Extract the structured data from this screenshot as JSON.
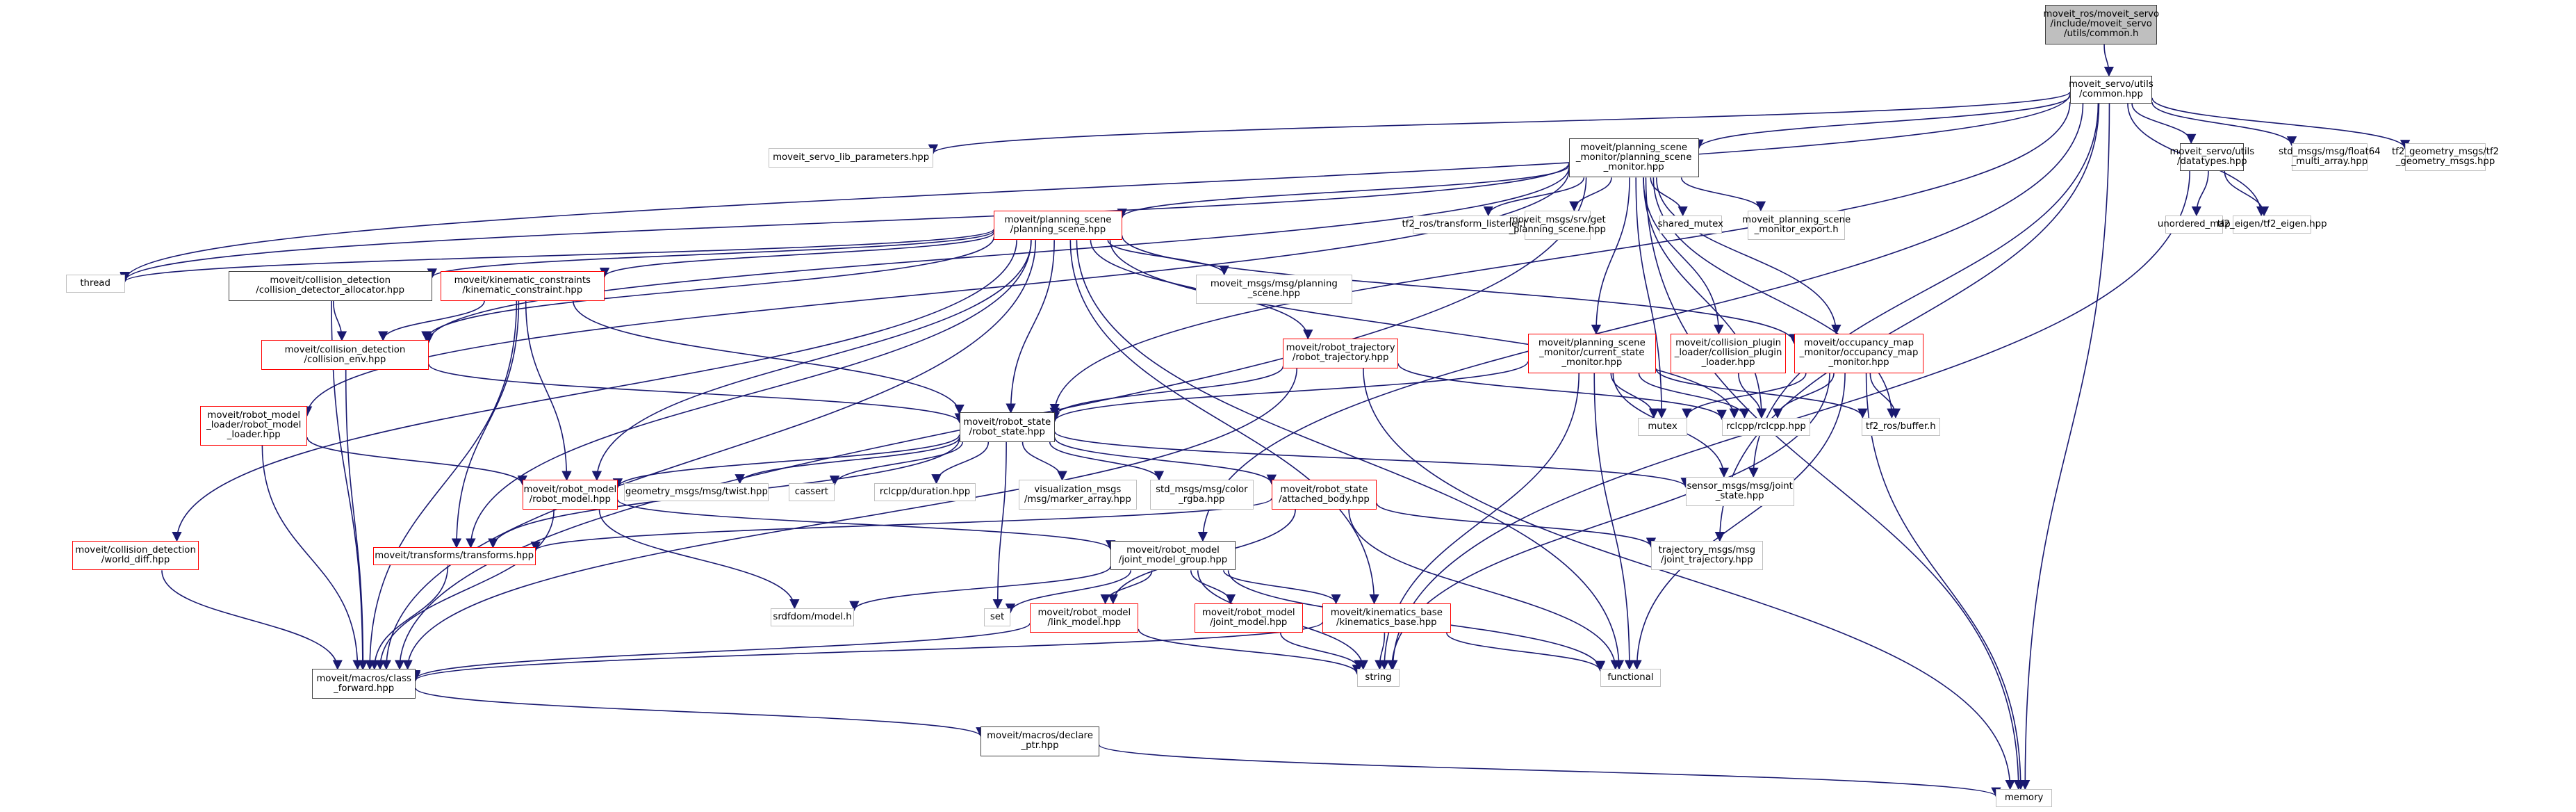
{
  "title": "Include dependency graph for moveit_ros/moveit_servo/include/moveit_servo/utils/common.h",
  "colors": {
    "edge": "#191970",
    "root_fill": "#bfbfbf",
    "doc_border": "#404040",
    "incomplete_border": "#ff0000",
    "external_border": "#bfbfbf"
  },
  "nodes": [
    {
      "id": "root",
      "kind": "root",
      "label": "moveit_ros/moveit_servo\n/include/moveit_servo\n/utils/common.h"
    },
    {
      "id": "common_hpp",
      "kind": "doc",
      "label": "moveit_servo/utils\n/common.hpp"
    },
    {
      "id": "servo_params",
      "kind": "ext",
      "label": "moveit_servo_lib_parameters.hpp"
    },
    {
      "id": "psm",
      "kind": "doc",
      "label": "moveit/planning_scene\n_monitor/planning_scene\n_monitor.hpp"
    },
    {
      "id": "datatypes",
      "kind": "doc",
      "label": "moveit_servo/utils\n/datatypes.hpp"
    },
    {
      "id": "float64",
      "kind": "ext",
      "label": "std_msgs/msg/float64\n_multi_array.hpp"
    },
    {
      "id": "tf2geo",
      "kind": "ext",
      "label": "tf2_geometry_msgs/tf2\n_geometry_msgs.hpp"
    },
    {
      "id": "unordered_map",
      "kind": "ext",
      "label": "unordered_map"
    },
    {
      "id": "tf2_eigen",
      "kind": "ext",
      "label": "tf2_eigen/tf2_eigen.hpp"
    },
    {
      "id": "ps",
      "kind": "red",
      "label": "moveit/planning_scene\n/planning_scene.hpp"
    },
    {
      "id": "tf_listener",
      "kind": "ext",
      "label": "tf2_ros/transform_listener.h"
    },
    {
      "id": "get_ps",
      "kind": "ext",
      "label": "moveit_msgs/srv/get\n_planning_scene.hpp"
    },
    {
      "id": "shared_mutex",
      "kind": "ext",
      "label": "shared_mutex"
    },
    {
      "id": "psm_export",
      "kind": "ext",
      "label": "moveit_planning_scene\n_monitor_export.h"
    },
    {
      "id": "thread",
      "kind": "ext",
      "label": "thread"
    },
    {
      "id": "cd_alloc",
      "kind": "doc",
      "label": "moveit/collision_detection\n/collision_detector_allocator.hpp"
    },
    {
      "id": "kin_con",
      "kind": "red",
      "label": "moveit/kinematic_constraints\n/kinematic_constraint.hpp"
    },
    {
      "id": "ps_msg",
      "kind": "ext",
      "label": "moveit_msgs/msg/planning\n_scene.hpp"
    },
    {
      "id": "coll_env",
      "kind": "red",
      "label": "moveit/collision_detection\n/collision_env.hpp"
    },
    {
      "id": "robot_traj",
      "kind": "red",
      "label": "moveit/robot_trajectory\n/robot_trajectory.hpp"
    },
    {
      "id": "csm",
      "kind": "red",
      "label": "moveit/planning_scene\n_monitor/current_state\n_monitor.hpp"
    },
    {
      "id": "cpl",
      "kind": "red",
      "label": "moveit/collision_plugin\n_loader/collision_plugin\n_loader.hpp"
    },
    {
      "id": "omm",
      "kind": "red",
      "label": "moveit/occupancy_map\n_monitor/occupancy_map\n_monitor.hpp"
    },
    {
      "id": "rml",
      "kind": "red",
      "label": "moveit/robot_model\n_loader/robot_model\n_loader.hpp"
    },
    {
      "id": "robot_state",
      "kind": "doc",
      "label": "moveit/robot_state\n/robot_state.hpp"
    },
    {
      "id": "mutex",
      "kind": "ext",
      "label": "mutex"
    },
    {
      "id": "rclcpp",
      "kind": "ext",
      "label": "rclcpp/rclcpp.hpp"
    },
    {
      "id": "tf_buffer",
      "kind": "ext",
      "label": "tf2_ros/buffer.h"
    },
    {
      "id": "robot_model",
      "kind": "red",
      "label": "moveit/robot_model\n/robot_model.hpp"
    },
    {
      "id": "twist",
      "kind": "ext",
      "label": "geometry_msgs/msg/twist.hpp"
    },
    {
      "id": "cassert",
      "kind": "ext",
      "label": "cassert"
    },
    {
      "id": "duration",
      "kind": "ext",
      "label": "rclcpp/duration.hpp"
    },
    {
      "id": "marker",
      "kind": "ext",
      "label": "visualization_msgs\n/msg/marker_array.hpp"
    },
    {
      "id": "color",
      "kind": "ext",
      "label": "std_msgs/msg/color\n_rgba.hpp"
    },
    {
      "id": "attached",
      "kind": "red",
      "label": "moveit/robot_state\n/attached_body.hpp"
    },
    {
      "id": "joint_state",
      "kind": "ext",
      "label": "sensor_msgs/msg/joint\n_state.hpp"
    },
    {
      "id": "world_diff",
      "kind": "red",
      "label": "moveit/collision_detection\n/world_diff.hpp"
    },
    {
      "id": "transforms",
      "kind": "red",
      "label": "moveit/transforms/transforms.hpp"
    },
    {
      "id": "jmg",
      "kind": "doc",
      "label": "moveit/robot_model\n/joint_model_group.hpp"
    },
    {
      "id": "joint_traj",
      "kind": "ext",
      "label": "trajectory_msgs/msg\n/joint_trajectory.hpp"
    },
    {
      "id": "srdf",
      "kind": "ext",
      "label": "srdfdom/model.h"
    },
    {
      "id": "set",
      "kind": "ext",
      "label": "set"
    },
    {
      "id": "link_model",
      "kind": "red",
      "label": "moveit/robot_model\n/link_model.hpp"
    },
    {
      "id": "joint_model",
      "kind": "red",
      "label": "moveit/robot_model\n/joint_model.hpp"
    },
    {
      "id": "kin_base",
      "kind": "red",
      "label": "moveit/kinematics_base\n/kinematics_base.hpp"
    },
    {
      "id": "class_fwd",
      "kind": "doc",
      "label": "moveit/macros/class\n_forward.hpp"
    },
    {
      "id": "string",
      "kind": "ext",
      "label": "string"
    },
    {
      "id": "functional",
      "kind": "ext",
      "label": "functional"
    },
    {
      "id": "declare_ptr",
      "kind": "doc",
      "label": "moveit/macros/declare\n_ptr.hpp"
    },
    {
      "id": "memory",
      "kind": "ext",
      "label": "memory"
    }
  ],
  "edges": [
    [
      "root",
      "common_hpp"
    ],
    [
      "common_hpp",
      "servo_params"
    ],
    [
      "common_hpp",
      "psm"
    ],
    [
      "common_hpp",
      "datatypes"
    ],
    [
      "common_hpp",
      "float64"
    ],
    [
      "common_hpp",
      "tf2geo"
    ],
    [
      "common_hpp",
      "tf2_eigen"
    ],
    [
      "common_hpp",
      "robot_state"
    ],
    [
      "common_hpp",
      "jmg"
    ],
    [
      "common_hpp",
      "joint_state"
    ],
    [
      "common_hpp",
      "joint_traj"
    ],
    [
      "common_hpp",
      "memory"
    ],
    [
      "common_hpp",
      "thread"
    ],
    [
      "datatypes",
      "unordered_map"
    ],
    [
      "datatypes",
      "tf2_eigen"
    ],
    [
      "datatypes",
      "string"
    ],
    [
      "psm",
      "ps"
    ],
    [
      "psm",
      "tf_listener"
    ],
    [
      "psm",
      "get_ps"
    ],
    [
      "psm",
      "shared_mutex"
    ],
    [
      "psm",
      "psm_export"
    ],
    [
      "psm",
      "csm"
    ],
    [
      "psm",
      "cpl"
    ],
    [
      "psm",
      "omm"
    ],
    [
      "psm",
      "rml"
    ],
    [
      "psm",
      "thread"
    ],
    [
      "psm",
      "class_fwd"
    ],
    [
      "psm",
      "rclcpp"
    ],
    [
      "psm",
      "tf_buffer"
    ],
    [
      "psm",
      "memory"
    ],
    [
      "psm",
      "mutex"
    ],
    [
      "psm",
      "coll_env"
    ],
    [
      "ps",
      "thread"
    ],
    [
      "ps",
      "cd_alloc"
    ],
    [
      "ps",
      "kin_con"
    ],
    [
      "ps",
      "ps_msg"
    ],
    [
      "ps",
      "coll_env"
    ],
    [
      "ps",
      "robot_traj"
    ],
    [
      "ps",
      "robot_state"
    ],
    [
      "ps",
      "robot_model"
    ],
    [
      "ps",
      "world_diff"
    ],
    [
      "ps",
      "transforms"
    ],
    [
      "ps",
      "class_fwd"
    ],
    [
      "ps",
      "kin_base"
    ],
    [
      "ps",
      "functional"
    ],
    [
      "ps",
      "rclcpp"
    ],
    [
      "ps",
      "omm"
    ],
    [
      "cd_alloc",
      "coll_env"
    ],
    [
      "cd_alloc",
      "class_fwd"
    ],
    [
      "kin_con",
      "coll_env"
    ],
    [
      "kin_con",
      "robot_model"
    ],
    [
      "kin_con",
      "robot_state"
    ],
    [
      "kin_con",
      "transforms"
    ],
    [
      "kin_con",
      "class_fwd"
    ],
    [
      "coll_env",
      "robot_state"
    ],
    [
      "coll_env",
      "class_fwd"
    ],
    [
      "robot_traj",
      "robot_state"
    ],
    [
      "robot_traj",
      "rclcpp"
    ],
    [
      "robot_traj",
      "class_fwd"
    ],
    [
      "robot_traj",
      "memory"
    ],
    [
      "csm",
      "robot_state"
    ],
    [
      "csm",
      "mutex"
    ],
    [
      "csm",
      "rclcpp"
    ],
    [
      "csm",
      "tf_buffer"
    ],
    [
      "csm",
      "joint_state"
    ],
    [
      "csm",
      "string"
    ],
    [
      "csm",
      "functional"
    ],
    [
      "cpl",
      "rclcpp"
    ],
    [
      "omm",
      "mutex"
    ],
    [
      "omm",
      "rclcpp"
    ],
    [
      "omm",
      "tf_buffer"
    ],
    [
      "omm",
      "string"
    ],
    [
      "omm",
      "functional"
    ],
    [
      "omm",
      "memory"
    ],
    [
      "rml",
      "robot_model"
    ],
    [
      "rml",
      "class_fwd"
    ],
    [
      "robot_state",
      "robot_model"
    ],
    [
      "robot_state",
      "twist"
    ],
    [
      "robot_state",
      "cassert"
    ],
    [
      "robot_state",
      "duration"
    ],
    [
      "robot_state",
      "marker"
    ],
    [
      "robot_state",
      "color"
    ],
    [
      "robot_state",
      "attached"
    ],
    [
      "robot_state",
      "joint_state"
    ],
    [
      "robot_state",
      "transforms"
    ],
    [
      "robot_state",
      "set"
    ],
    [
      "attached",
      "transforms"
    ],
    [
      "attached",
      "link_model"
    ],
    [
      "attached",
      "joint_traj"
    ],
    [
      "attached",
      "functional"
    ],
    [
      "robot_model",
      "jmg"
    ],
    [
      "robot_model",
      "srdf"
    ],
    [
      "robot_model",
      "class_fwd"
    ],
    [
      "jmg",
      "set"
    ],
    [
      "jmg",
      "link_model"
    ],
    [
      "jmg",
      "joint_model"
    ],
    [
      "jmg",
      "kin_base"
    ],
    [
      "jmg",
      "string"
    ],
    [
      "jmg",
      "functional"
    ],
    [
      "jmg",
      "srdf"
    ],
    [
      "link_model",
      "string"
    ],
    [
      "link_model",
      "class_fwd"
    ],
    [
      "joint_model",
      "string"
    ],
    [
      "kin_base",
      "string"
    ],
    [
      "kin_base",
      "functional"
    ],
    [
      "kin_base",
      "class_fwd"
    ],
    [
      "transforms",
      "class_fwd"
    ],
    [
      "world_diff",
      "class_fwd"
    ],
    [
      "class_fwd",
      "declare_ptr"
    ],
    [
      "declare_ptr",
      "memory"
    ]
  ]
}
